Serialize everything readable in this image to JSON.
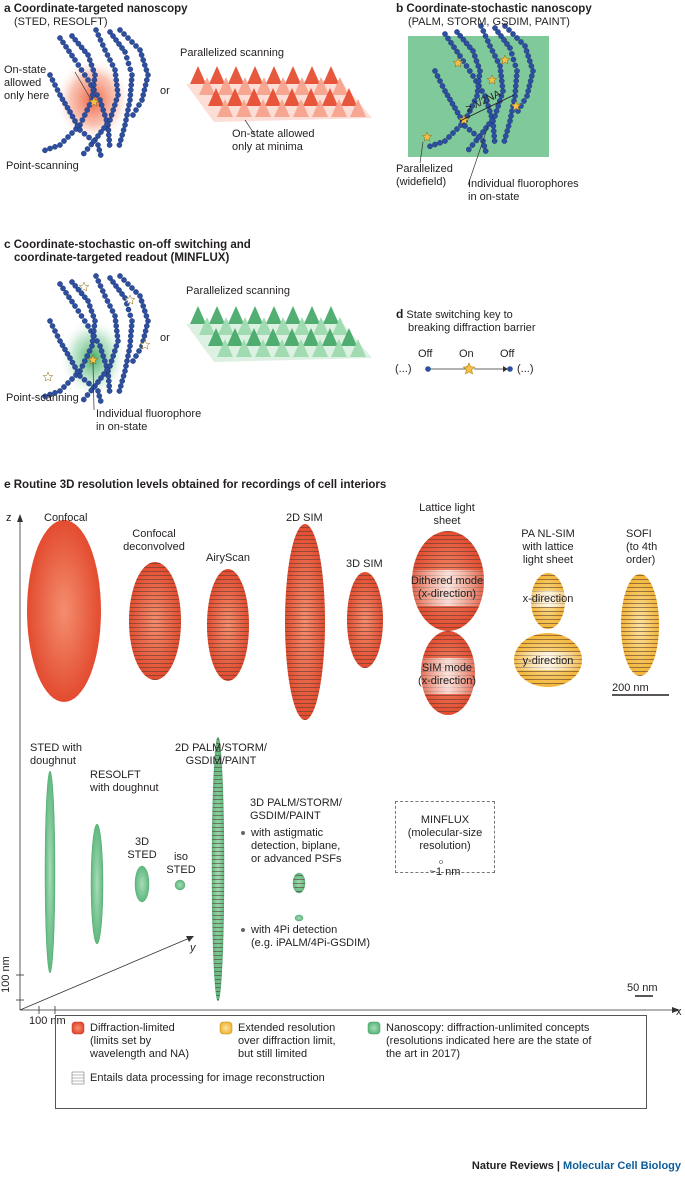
{
  "panel_a": {
    "letter": "a",
    "title": "Coordinate-targeted nanoscopy",
    "subtitle": "(STED, RESOLFT)",
    "on_state_label": [
      "On-state",
      "allowed",
      "only here"
    ],
    "or": "or",
    "parallel_label": "Parallelized scanning",
    "minima_label": [
      "On-state allowed",
      "only at minima"
    ],
    "point_label": "Point-scanning"
  },
  "panel_b": {
    "letter": "b",
    "title": "Coordinate-stochastic nanoscopy",
    "subtitle": "(PALM, STORM, GSDIM, PAINT)",
    "distance_label": "≥ λ/2NA",
    "parallel_label": [
      "Parallelized",
      "(widefield)"
    ],
    "fluor_label": [
      "Individual fluorophores",
      "in on-state"
    ]
  },
  "panel_c": {
    "letter": "c",
    "title_line1": "Coordinate-stochastic on-off switching and",
    "title_line2": "coordinate-targeted readout (MINFLUX)",
    "or": "or",
    "parallel_label": "Parallelized scanning",
    "point_label": "Point-scanning",
    "fluor_label": [
      "Individual fluorophore",
      "in on-state"
    ]
  },
  "panel_d": {
    "letter": "d",
    "title_line1": "State switching key to",
    "title_line2": "breaking diffraction barrier",
    "states": [
      "Off",
      "On",
      "Off"
    ],
    "ellipsis": "(...)"
  },
  "panel_e": {
    "letter": "e",
    "title": "Routine 3D resolution levels obtained for recordings of cell interiors",
    "axis_z": "z",
    "axis_y": "y",
    "axis_x": "x",
    "scale_200": "200 nm",
    "scale_50": "50 nm",
    "tick_100_x": "100 nm",
    "tick_100_z": "100 nm",
    "labels": {
      "confocal": "Confocal",
      "confocal_deconv": [
        "Confocal",
        "deconvolved"
      ],
      "airyscan": "AiryScan",
      "sim2d": "2D SIM",
      "sim3d": "3D SIM",
      "lattice": [
        "Lattice light",
        "sheet"
      ],
      "dithered": [
        "Dithered mode",
        "(x-direction)"
      ],
      "sim_mode": [
        "SIM mode",
        "(x-direction)"
      ],
      "pa_nlsim": [
        "PA NL-SIM",
        "with lattice",
        "light sheet"
      ],
      "x_direction": "x-direction",
      "y_direction": "y-direction",
      "sofi": [
        "SOFI",
        "(to 4th",
        "order)"
      ],
      "sted": [
        "STED with",
        "doughnut"
      ],
      "resolft": [
        "RESOLFT",
        "with doughnut"
      ],
      "sted3d": [
        "3D",
        "STED"
      ],
      "iso_sted": [
        "iso",
        "STED"
      ],
      "palm2d": [
        "2D PALM/STORM/",
        "GSDIM/PAINT"
      ],
      "palm3d": [
        "3D PALM/STORM/",
        "GSDIM/PAINT"
      ],
      "astig": [
        "with astigmatic",
        "detection, biplane,",
        "or advanced PSFs"
      ],
      "fourpi": [
        "with 4Pi detection",
        "(e.g. iPALM/4Pi-GSDIM)"
      ],
      "minflux": [
        "MINFLUX",
        "(molecular-size",
        "resolution)",
        "~1 nm"
      ]
    }
  },
  "legend": {
    "diffraction": [
      "Diffraction-limited",
      "(limits set by",
      "wavelength and NA)"
    ],
    "extended": [
      "Extended resolution",
      "over diffraction limit,",
      "but still limited"
    ],
    "nanoscopy": [
      "Nanoscopy: diffraction-unlimited concepts",
      "(resolutions indicated here are the state of",
      "the art in 2017)"
    ],
    "processing": "Entails data processing for image reconstruction"
  },
  "colors": {
    "red": "#e8573a",
    "yellow": "#f7c04a",
    "green": "#6cc08a",
    "blue": "#2d4fa0",
    "panel_b_bg": "#7fc99a"
  },
  "footer": {
    "journal": "Nature Reviews",
    "separator": " | ",
    "section": "Molecular Cell Biology"
  }
}
